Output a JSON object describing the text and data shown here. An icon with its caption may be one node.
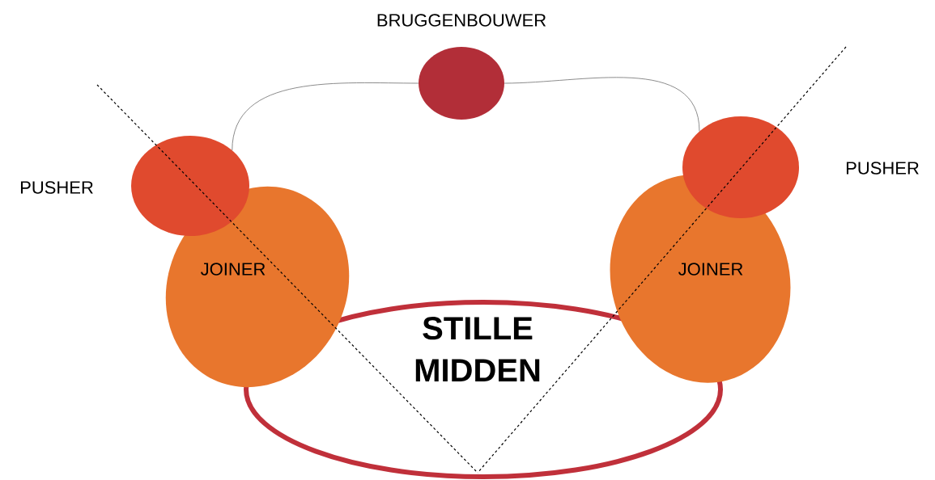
{
  "diagram": {
    "nodes": [
      {
        "text": [
          "BRUGGENBOUWER"
        ]
      },
      {
        "text": [],
        "shape": "circle",
        "beside": [
          "PUSHER"
        ]
      },
      {
        "text": [
          "JOINER"
        ]
      },
      {
        "text": [],
        "shape": "circle",
        "beside": [
          "PUSHER"
        ]
      },
      {
        "text": [
          "JOINER"
        ]
      },
      {
        "text": [
          "STILLE MIDDEN"
        ]
      }
    ],
    "edges": [
      {
        "from": 1,
        "to": 0,
        "arrow": "none"
      },
      {
        "from": 0,
        "to": 3,
        "arrow": "none"
      }
    ]
  }
}
